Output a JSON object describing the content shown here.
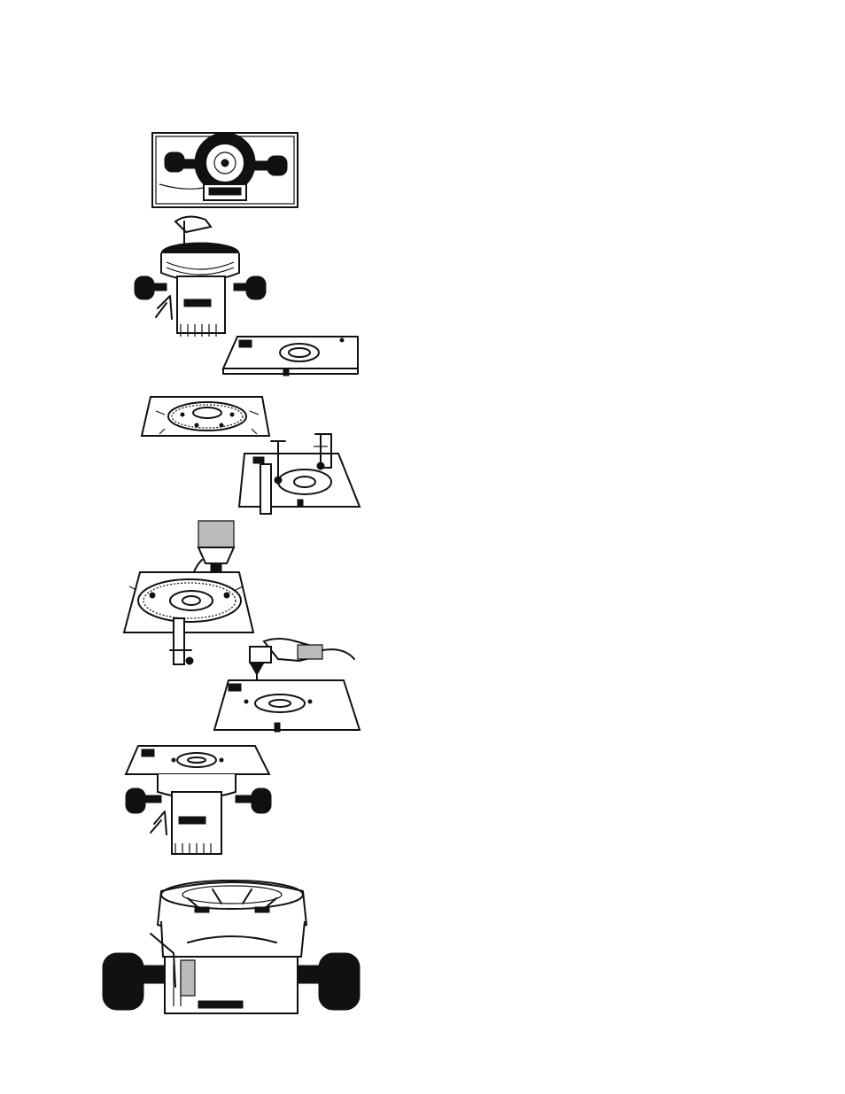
{
  "figures": [
    {
      "id": "fig-router-base-top",
      "icon": "router-base-top-view-illustration"
    },
    {
      "id": "fig-router-remove-subbase",
      "icon": "router-removing-sub-base-illustration"
    },
    {
      "id": "fig-mounting-plate",
      "icon": "mounting-plate-illustration"
    },
    {
      "id": "fig-subbase-template-on-plate",
      "icon": "sub-base-template-on-plate-illustration"
    },
    {
      "id": "fig-plate-clamped",
      "icon": "plate-clamped-to-bench-illustration"
    },
    {
      "id": "fig-drill-press-holes",
      "icon": "drilling-holes-with-drill-press-illustration"
    },
    {
      "id": "fig-hand-drill-holes",
      "icon": "drilling-holes-with-hand-drill-illustration"
    },
    {
      "id": "fig-router-with-plate",
      "icon": "router-attached-to-plate-illustration"
    },
    {
      "id": "fig-router-base-closeup",
      "icon": "router-base-closeup-illustration"
    }
  ],
  "colors": {
    "ink": "#111111",
    "paper": "#ffffff",
    "shade": "#bbbbbb"
  }
}
